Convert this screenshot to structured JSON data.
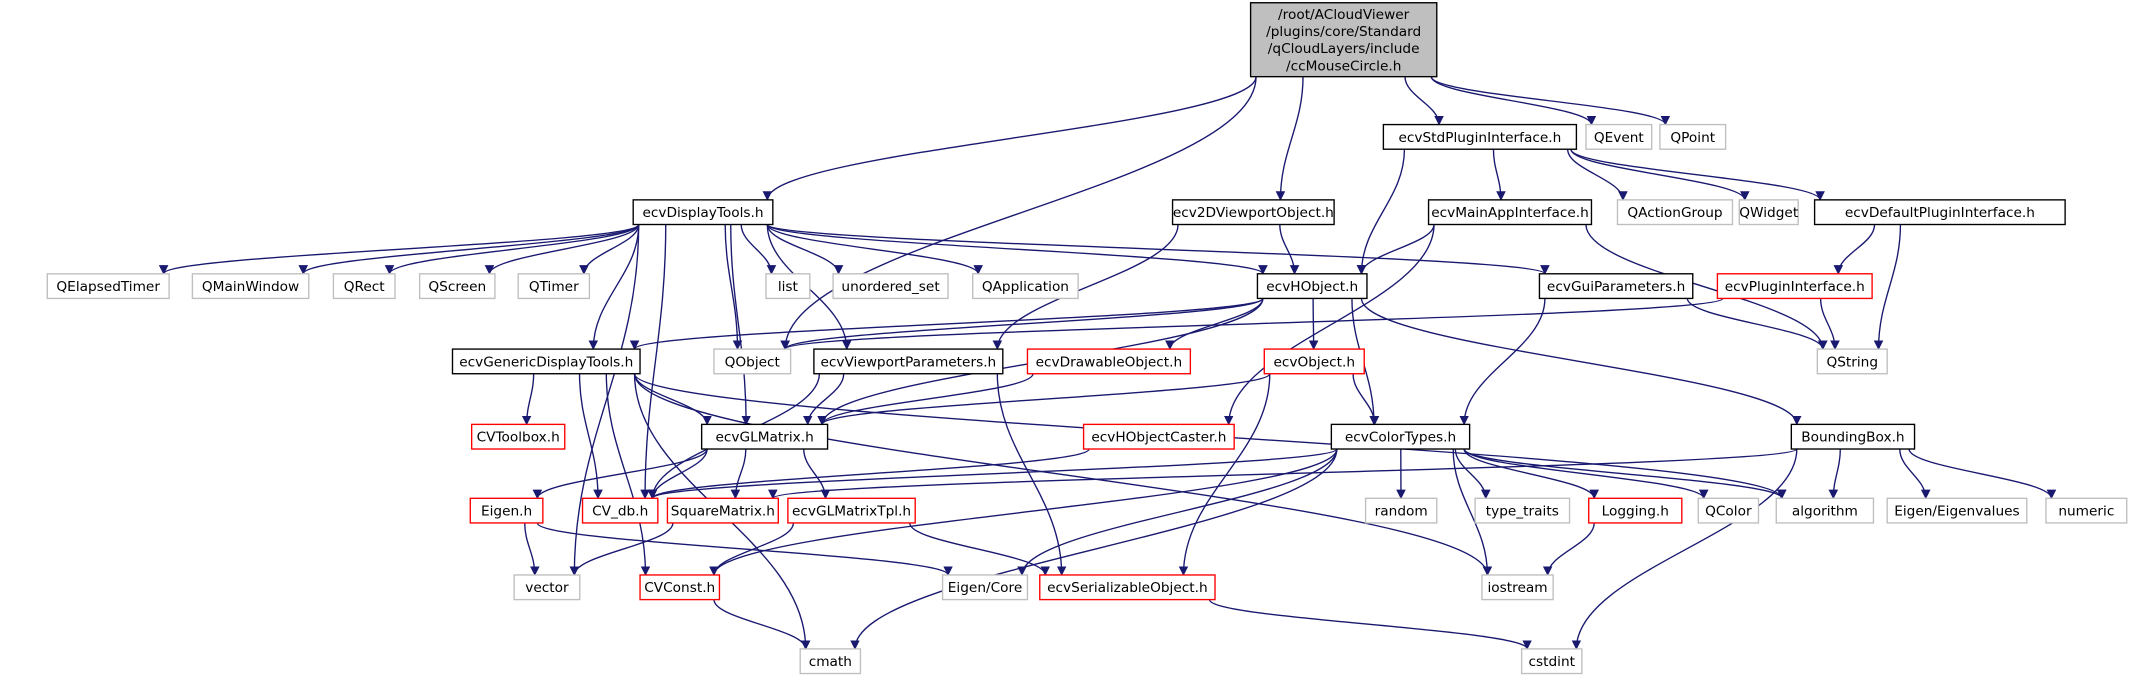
{
  "colors": {
    "edge": "#191970",
    "node_border": "#000000",
    "missing_border": "#ff0000",
    "external_border": "#bfbfbf",
    "root_fill": "#bfbfbf"
  },
  "root": {
    "id": "root",
    "lines": [
      "/root/ACloudViewer",
      "/plugins/core/Standard",
      "/qCloudLayers/include",
      "/ccMouseCircle.h"
    ]
  },
  "nodes": [
    {
      "id": "ecvStdPluginInterface.h",
      "kind": "doc"
    },
    {
      "id": "QEvent",
      "kind": "ext"
    },
    {
      "id": "QPoint",
      "kind": "ext"
    },
    {
      "id": "ecvDisplayTools.h",
      "kind": "doc"
    },
    {
      "id": "ecv2DViewportObject.h",
      "kind": "doc"
    },
    {
      "id": "ecvMainAppInterface.h",
      "kind": "doc"
    },
    {
      "id": "QActionGroup",
      "kind": "ext"
    },
    {
      "id": "QWidget",
      "kind": "ext"
    },
    {
      "id": "ecvDefaultPluginInterface.h",
      "kind": "doc"
    },
    {
      "id": "QElapsedTimer",
      "kind": "ext"
    },
    {
      "id": "QMainWindow",
      "kind": "ext"
    },
    {
      "id": "QRect",
      "kind": "ext"
    },
    {
      "id": "QScreen",
      "kind": "ext"
    },
    {
      "id": "QTimer",
      "kind": "ext"
    },
    {
      "id": "list",
      "kind": "ext"
    },
    {
      "id": "unordered_set",
      "kind": "ext"
    },
    {
      "id": "QApplication",
      "kind": "ext"
    },
    {
      "id": "ecvHObject.h",
      "kind": "doc"
    },
    {
      "id": "ecvGuiParameters.h",
      "kind": "doc"
    },
    {
      "id": "ecvPluginInterface.h",
      "kind": "red"
    },
    {
      "id": "ecvGenericDisplayTools.h",
      "kind": "doc"
    },
    {
      "id": "QObject",
      "kind": "ext"
    },
    {
      "id": "ecvViewportParameters.h",
      "kind": "doc"
    },
    {
      "id": "ecvDrawableObject.h",
      "kind": "red"
    },
    {
      "id": "ecvObject.h",
      "kind": "red"
    },
    {
      "id": "QString",
      "kind": "ext"
    },
    {
      "id": "CVToolbox.h",
      "kind": "red"
    },
    {
      "id": "ecvGLMatrix.h",
      "kind": "doc"
    },
    {
      "id": "ecvHObjectCaster.h",
      "kind": "red"
    },
    {
      "id": "ecvColorTypes.h",
      "kind": "doc"
    },
    {
      "id": "BoundingBox.h",
      "kind": "doc"
    },
    {
      "id": "Eigen.h",
      "kind": "red"
    },
    {
      "id": "CV_db.h",
      "kind": "red"
    },
    {
      "id": "SquareMatrix.h",
      "kind": "red"
    },
    {
      "id": "ecvGLMatrixTpl.h",
      "kind": "red"
    },
    {
      "id": "random",
      "kind": "ext"
    },
    {
      "id": "type_traits",
      "kind": "ext"
    },
    {
      "id": "Logging.h",
      "kind": "red"
    },
    {
      "id": "QColor",
      "kind": "ext"
    },
    {
      "id": "algorithm",
      "kind": "ext"
    },
    {
      "id": "Eigen/Eigenvalues",
      "kind": "ext"
    },
    {
      "id": "numeric",
      "kind": "ext"
    },
    {
      "id": "vector",
      "kind": "ext"
    },
    {
      "id": "CVConst.h",
      "kind": "red"
    },
    {
      "id": "Eigen/Core",
      "kind": "ext"
    },
    {
      "id": "ecvSerializableObject.h",
      "kind": "red"
    },
    {
      "id": "iostream",
      "kind": "ext"
    },
    {
      "id": "cmath",
      "kind": "ext"
    },
    {
      "id": "cstdint",
      "kind": "ext"
    }
  ],
  "edges": [
    [
      "root",
      "ecvDisplayTools.h"
    ],
    [
      "root",
      "QObject"
    ],
    [
      "root",
      "ecv2DViewportObject.h"
    ],
    [
      "root",
      "ecvStdPluginInterface.h"
    ],
    [
      "root",
      "QEvent"
    ],
    [
      "root",
      "QPoint"
    ],
    [
      "ecvStdPluginInterface.h",
      "ecvHObject.h"
    ],
    [
      "ecvStdPluginInterface.h",
      "ecvMainAppInterface.h"
    ],
    [
      "ecvStdPluginInterface.h",
      "QActionGroup"
    ],
    [
      "ecvStdPluginInterface.h",
      "QWidget"
    ],
    [
      "ecvStdPluginInterface.h",
      "ecvDefaultPluginInterface.h"
    ],
    [
      "ecvDisplayTools.h",
      "vector"
    ],
    [
      "ecvDisplayTools.h",
      "QElapsedTimer"
    ],
    [
      "ecvDisplayTools.h",
      "QMainWindow"
    ],
    [
      "ecvDisplayTools.h",
      "QRect"
    ],
    [
      "ecvDisplayTools.h",
      "QScreen"
    ],
    [
      "ecvDisplayTools.h",
      "QTimer"
    ],
    [
      "ecvDisplayTools.h",
      "ecvGenericDisplayTools.h"
    ],
    [
      "ecvDisplayTools.h",
      "ecvGLMatrix.h"
    ],
    [
      "ecvDisplayTools.h",
      "QObject"
    ],
    [
      "ecvDisplayTools.h",
      "list"
    ],
    [
      "ecvDisplayTools.h",
      "unordered_set"
    ],
    [
      "ecvDisplayTools.h",
      "QApplication"
    ],
    [
      "ecvDisplayTools.h",
      "ecvViewportParameters.h"
    ],
    [
      "ecvDisplayTools.h",
      "ecvHObject.h"
    ],
    [
      "ecvDisplayTools.h",
      "ecvGuiParameters.h"
    ],
    [
      "ecvDisplayTools.h",
      "CV_db.h"
    ],
    [
      "ecv2DViewportObject.h",
      "ecvHObject.h"
    ],
    [
      "ecv2DViewportObject.h",
      "ecvViewportParameters.h"
    ],
    [
      "ecvMainAppInterface.h",
      "ecvHObject.h"
    ],
    [
      "ecvMainAppInterface.h",
      "QString"
    ],
    [
      "ecvMainAppInterface.h",
      "ecvHObjectCaster.h"
    ],
    [
      "ecvDefaultPluginInterface.h",
      "ecvPluginInterface.h"
    ],
    [
      "ecvDefaultPluginInterface.h",
      "QString"
    ],
    [
      "ecvHObject.h",
      "ecvGenericDisplayTools.h"
    ],
    [
      "ecvHObject.h",
      "QObject"
    ],
    [
      "ecvHObject.h",
      "ecvDrawableObject.h"
    ],
    [
      "ecvHObject.h",
      "ecvObject.h"
    ],
    [
      "ecvHObject.h",
      "ecvColorTypes.h"
    ],
    [
      "ecvHObject.h",
      "BoundingBox.h"
    ],
    [
      "ecvHObject.h",
      "ecvGLMatrix.h"
    ],
    [
      "ecvGuiParameters.h",
      "QString"
    ],
    [
      "ecvGuiParameters.h",
      "ecvColorTypes.h"
    ],
    [
      "ecvPluginInterface.h",
      "QString"
    ],
    [
      "ecvPluginInterface.h",
      "QObject"
    ],
    [
      "ecvGenericDisplayTools.h",
      "CVToolbox.h"
    ],
    [
      "ecvGenericDisplayTools.h",
      "ecvGLMatrix.h"
    ],
    [
      "ecvGenericDisplayTools.h",
      "CV_db.h"
    ],
    [
      "ecvGenericDisplayTools.h",
      "CVConst.h"
    ],
    [
      "ecvGenericDisplayTools.h",
      "cmath"
    ],
    [
      "ecvGenericDisplayTools.h",
      "algorithm"
    ],
    [
      "ecvGenericDisplayTools.h",
      "iostream"
    ],
    [
      "ecvViewportParameters.h",
      "ecvGLMatrix.h"
    ],
    [
      "ecvViewportParameters.h",
      "CV_db.h"
    ],
    [
      "ecvViewportParameters.h",
      "ecvSerializableObject.h"
    ],
    [
      "ecvDrawableObject.h",
      "ecvGLMatrix.h"
    ],
    [
      "ecvObject.h",
      "ecvColorTypes.h"
    ],
    [
      "ecvObject.h",
      "ecvSerializableObject.h"
    ],
    [
      "ecvObject.h",
      "ecvGLMatrix.h"
    ],
    [
      "ecvGLMatrix.h",
      "Eigen.h"
    ],
    [
      "ecvGLMatrix.h",
      "CV_db.h"
    ],
    [
      "ecvGLMatrix.h",
      "SquareMatrix.h"
    ],
    [
      "ecvGLMatrix.h",
      "ecvGLMatrixTpl.h"
    ],
    [
      "ecvHObjectCaster.h",
      "CV_db.h"
    ],
    [
      "ecvColorTypes.h",
      "CV_db.h"
    ],
    [
      "ecvColorTypes.h",
      "random"
    ],
    [
      "ecvColorTypes.h",
      "type_traits"
    ],
    [
      "ecvColorTypes.h",
      "Logging.h"
    ],
    [
      "ecvColorTypes.h",
      "QColor"
    ],
    [
      "ecvColorTypes.h",
      "algorithm"
    ],
    [
      "ecvColorTypes.h",
      "iostream"
    ],
    [
      "ecvColorTypes.h",
      "CVConst.h"
    ],
    [
      "ecvColorTypes.h",
      "Eigen/Core"
    ],
    [
      "ecvColorTypes.h",
      "cmath"
    ],
    [
      "BoundingBox.h",
      "SquareMatrix.h"
    ],
    [
      "BoundingBox.h",
      "algorithm"
    ],
    [
      "BoundingBox.h",
      "Eigen/Eigenvalues"
    ],
    [
      "BoundingBox.h",
      "numeric"
    ],
    [
      "BoundingBox.h",
      "cstdint"
    ],
    [
      "Eigen.h",
      "vector"
    ],
    [
      "Eigen.h",
      "Eigen/Core"
    ],
    [
      "SquareMatrix.h",
      "vector"
    ],
    [
      "ecvGLMatrixTpl.h",
      "CVConst.h"
    ],
    [
      "ecvGLMatrixTpl.h",
      "ecvSerializableObject.h"
    ],
    [
      "Logging.h",
      "iostream"
    ],
    [
      "CVConst.h",
      "cmath"
    ],
    [
      "ecvSerializableObject.h",
      "cstdint"
    ]
  ]
}
